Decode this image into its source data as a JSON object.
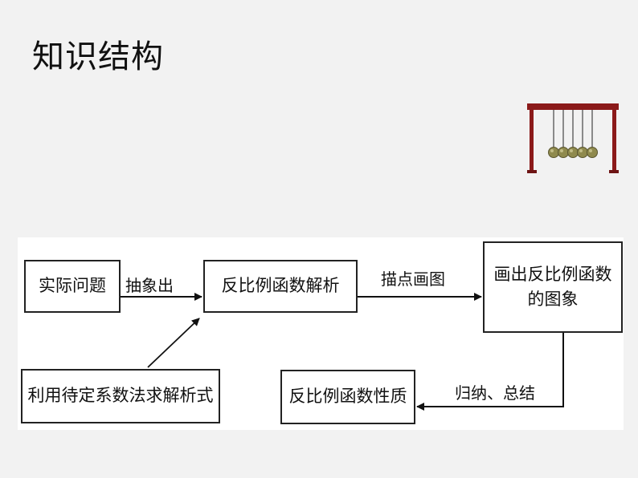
{
  "slide": {
    "title": "知识结构"
  },
  "decoration": {
    "icon": "newtons-cradle-icon",
    "frame_color": "#8b1a1a",
    "ball_color": "#8f8a4e"
  },
  "diagram": {
    "nodes": {
      "practical_problem": "实际问题",
      "inverse_function_expression": "反比例函数解析",
      "draw_graph": "画出反比例函数的图象",
      "undetermined_coefficients": "利用待定系数法求解析式",
      "inverse_function_properties": "反比例函数性质"
    },
    "edges": {
      "abstract": "抽象出",
      "plot_points": "描点画图",
      "summarize": "归纳、总结"
    }
  }
}
